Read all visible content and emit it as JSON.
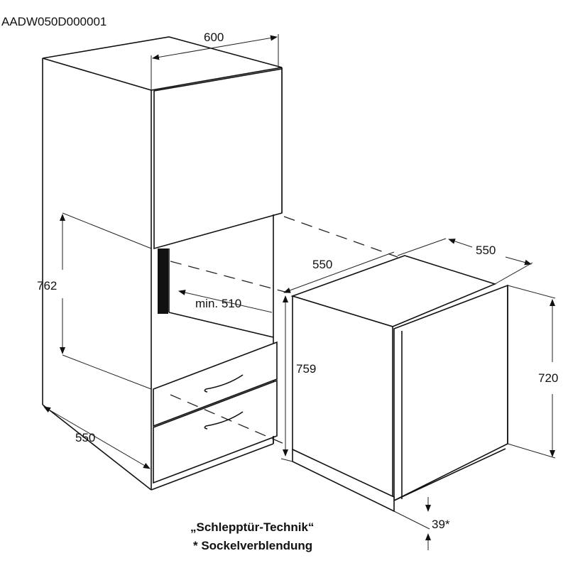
{
  "title": "AADW050D000001",
  "dimensions": {
    "cabinet_width": "600",
    "niche_height": "762",
    "cabinet_depth": "550",
    "min_depth": "min. 510",
    "appliance_depth": "550",
    "appliance_width": "550",
    "appliance_height_total": "759",
    "appliance_height": "720",
    "plinth": "39*"
  },
  "notes": {
    "line1": "„Schlepptür-Technik“",
    "line2": "* Sockelverblendung"
  }
}
